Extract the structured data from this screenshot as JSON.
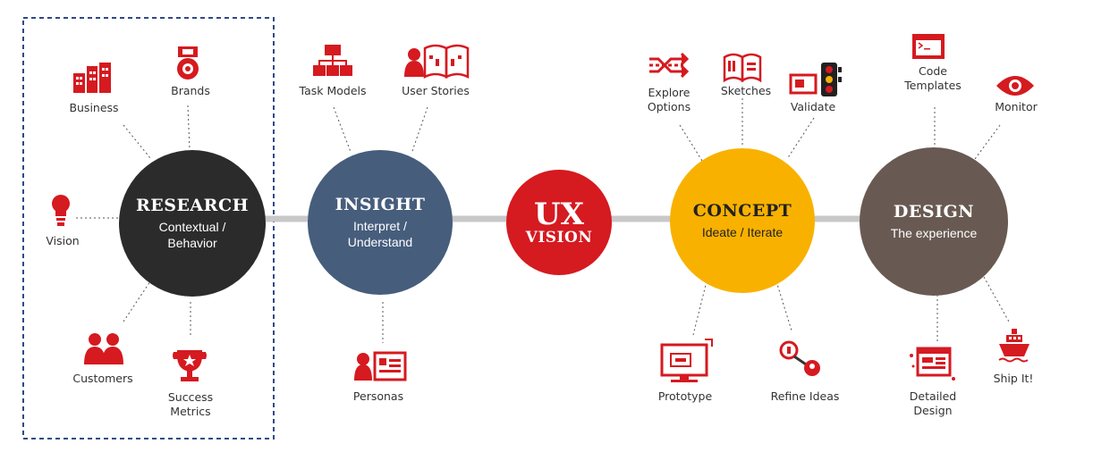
{
  "colors": {
    "accent_red": "#d51a20",
    "research": "#2b2b2b",
    "insight": "#465d7c",
    "ux": "#d51a20",
    "concept": "#f9b100",
    "design": "#685a52",
    "connector": "#c8c8c8"
  },
  "stages": {
    "research": {
      "title": "RESEARCH",
      "subtitle": "Contextual /\nBehavior"
    },
    "insight": {
      "title": "INSIGHT",
      "subtitle": "Interpret /\nUnderstand"
    },
    "ux": {
      "title": "UX",
      "subtitle": "VISION"
    },
    "concept": {
      "title": "CONCEPT",
      "subtitle": "Ideate / Iterate"
    },
    "design": {
      "title": "DESIGN",
      "subtitle": "The experience"
    }
  },
  "items": {
    "business": {
      "label": "Business",
      "icon": "buildings-icon"
    },
    "brands": {
      "label": "Brands",
      "icon": "medal-icon"
    },
    "vision": {
      "label": "Vision",
      "icon": "lightbulb-icon"
    },
    "customers": {
      "label": "Customers",
      "icon": "people-icon"
    },
    "success_metrics": {
      "label": "Success\nMetrics",
      "icon": "trophy-icon"
    },
    "task_models": {
      "label": "Task Models",
      "icon": "hierarchy-icon"
    },
    "user_stories": {
      "label": "User Stories",
      "icon": "storyboard-icon"
    },
    "personas": {
      "label": "Personas",
      "icon": "persona-card-icon"
    },
    "explore_options": {
      "label": "Explore\nOptions",
      "icon": "shuffle-icon"
    },
    "sketches": {
      "label": "Sketches",
      "icon": "sketchbook-icon"
    },
    "validate": {
      "label": "Validate",
      "icon": "traffic-light-icon"
    },
    "prototype": {
      "label": "Prototype",
      "icon": "monitor-prototype-icon"
    },
    "refine_ideas": {
      "label": "Refine Ideas",
      "icon": "refine-bulb-icon"
    },
    "code_templates": {
      "label": "Code\nTemplates",
      "icon": "terminal-icon"
    },
    "monitor": {
      "label": "Monitor",
      "icon": "eye-icon"
    },
    "detailed_design": {
      "label": "Detailed\nDesign",
      "icon": "design-doc-icon"
    },
    "ship_it": {
      "label": "Ship It!",
      "icon": "ship-icon"
    }
  }
}
